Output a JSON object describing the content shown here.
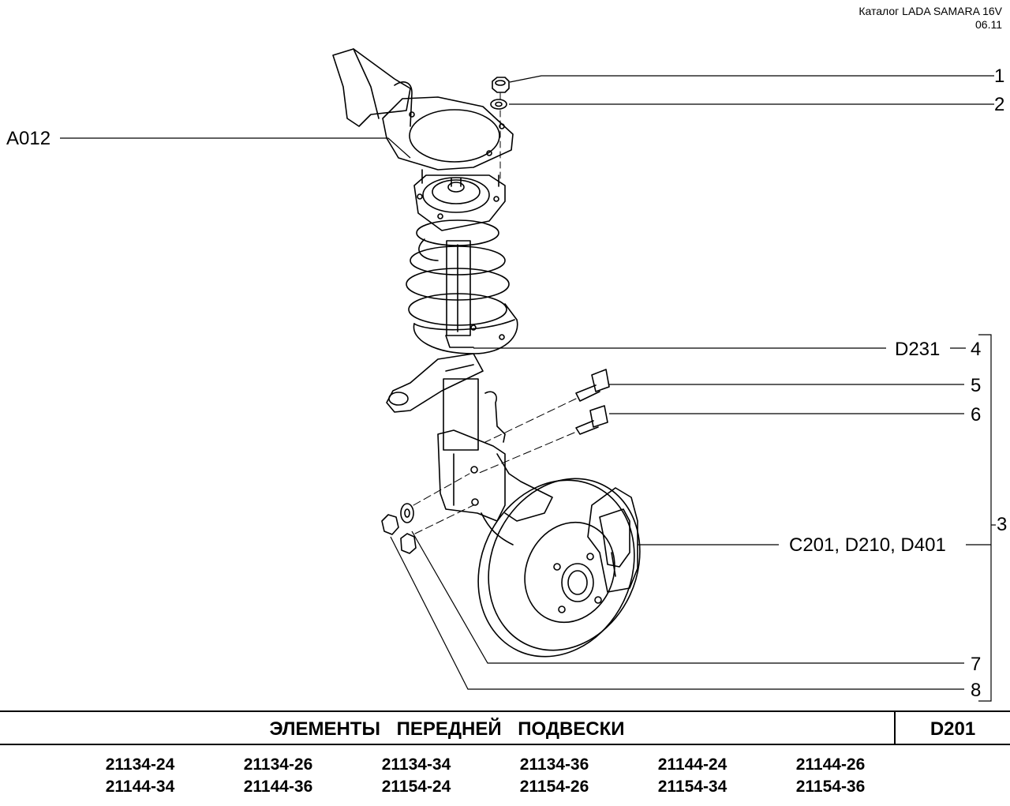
{
  "header": {
    "catalog": "Каталог LADA SAMARA 16V",
    "date": "06.11"
  },
  "callouts": {
    "n1": "1",
    "n2": "2",
    "n3": "3",
    "n4": "4",
    "n5": "5",
    "n6": "6",
    "n7": "7",
    "n8": "8",
    "a012": "A012",
    "d231": "D231",
    "cdd": "C201, D210, D401"
  },
  "footer": {
    "title": "ЭЛЕМЕНТЫ ПЕРЕДНЕЙ ПОДВЕСКИ",
    "code": "D201",
    "models": [
      "21134-24",
      "21134-26",
      "21134-34",
      "21134-36",
      "21144-24",
      "21144-26",
      "21144-34",
      "21144-36",
      "21154-24",
      "21154-26",
      "21154-34",
      "21154-36"
    ]
  }
}
